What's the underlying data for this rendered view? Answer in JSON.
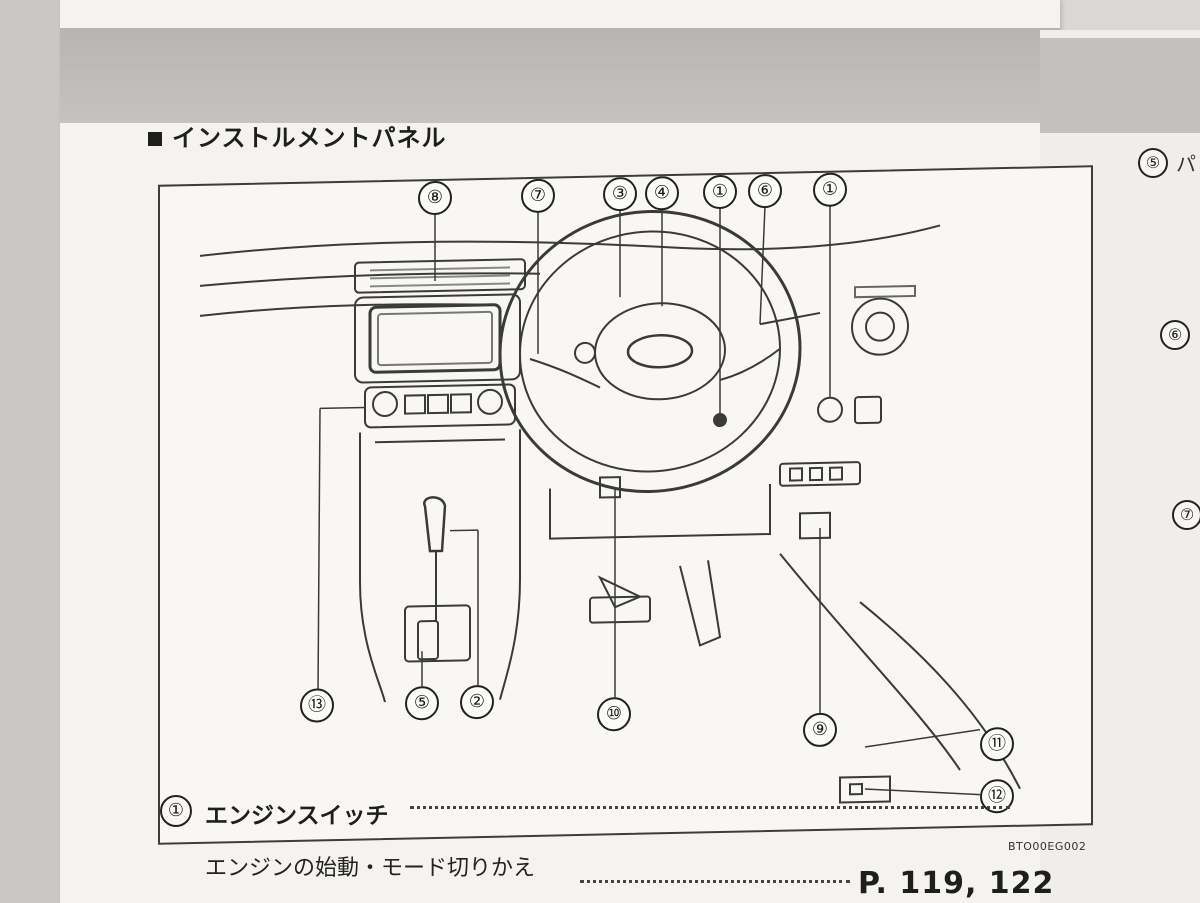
{
  "section": {
    "title": "インストルメントパネル"
  },
  "figure": {
    "code": "BTO00EG002",
    "callouts": [
      {
        "id": "c8",
        "label": "⑧"
      },
      {
        "id": "c7",
        "label": "⑦"
      },
      {
        "id": "c3",
        "label": "③"
      },
      {
        "id": "c4",
        "label": "④"
      },
      {
        "id": "c1a",
        "label": "①"
      },
      {
        "id": "c6",
        "label": "⑥"
      },
      {
        "id": "c1b",
        "label": "①"
      },
      {
        "id": "c13",
        "label": "⑬"
      },
      {
        "id": "c5",
        "label": "⑤"
      },
      {
        "id": "c2",
        "label": "②"
      },
      {
        "id": "c10",
        "label": "⑩"
      },
      {
        "id": "c9",
        "label": "⑨"
      },
      {
        "id": "c11",
        "label": "⑪"
      },
      {
        "id": "c12",
        "label": "⑫"
      }
    ]
  },
  "item1": {
    "number": "①",
    "title": "エンジンスイッチ",
    "description": "エンジンの始動・モード切りかえ",
    "pages": "P. 119, 122"
  },
  "right_page": {
    "item5": "⑤",
    "item5_text": "パ",
    "item6": "⑥",
    "item7": "⑦"
  }
}
